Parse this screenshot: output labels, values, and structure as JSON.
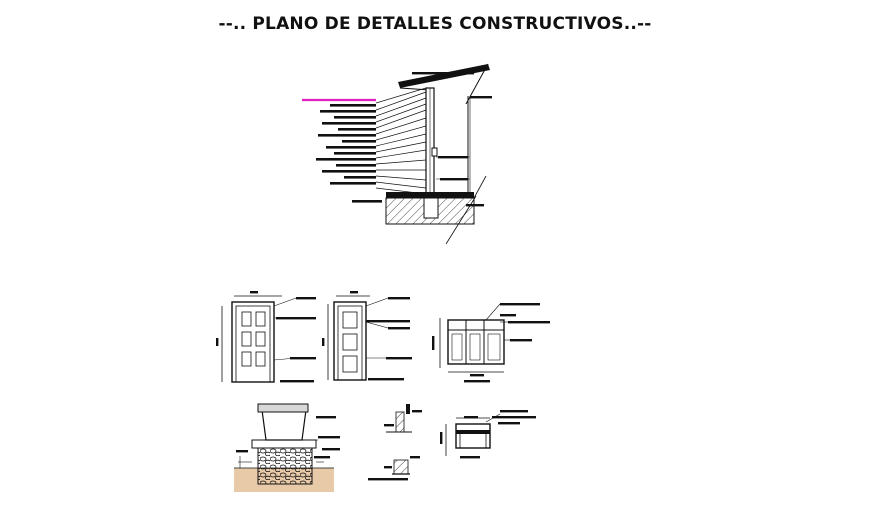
{
  "title": "--.. PLANO DE DETALLES CONSTRUCTIVOS..--",
  "colors": {
    "ink": "#111111",
    "accent_leader": "#e020c0",
    "soil": "#e8c9a8",
    "background": "#ffffff"
  },
  "icons": [
    "hatch-pattern",
    "gravel-pattern"
  ]
}
